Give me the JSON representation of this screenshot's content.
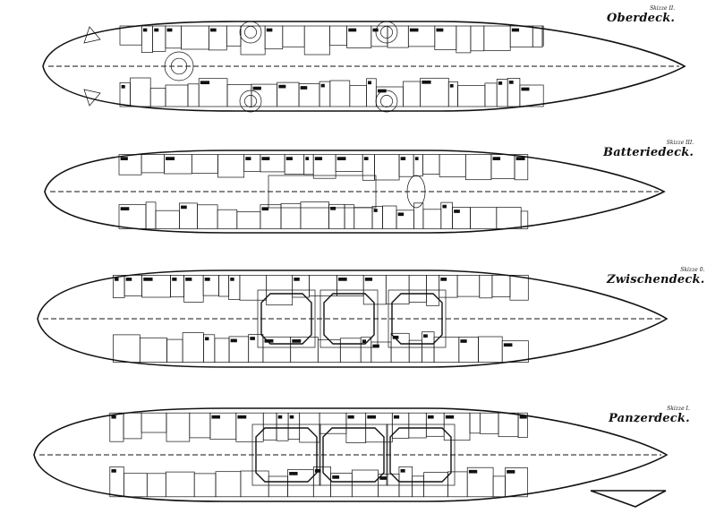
{
  "decks": [
    {
      "id": "oberdeck",
      "sketch_label": "Skizze II.",
      "name": "Oberdeck."
    },
    {
      "id": "batteriedeck",
      "sketch_label": "Skizze III.",
      "name": "Batteriedeck."
    },
    {
      "id": "zwischendeck",
      "sketch_label": "Skizze 0.",
      "name": "Zwischendeck."
    },
    {
      "id": "panzerdeck",
      "sketch_label": "Skizze I.",
      "name": "Panzerdeck."
    }
  ],
  "colors": {
    "ink": "#111111",
    "paper": "#ffffff"
  }
}
